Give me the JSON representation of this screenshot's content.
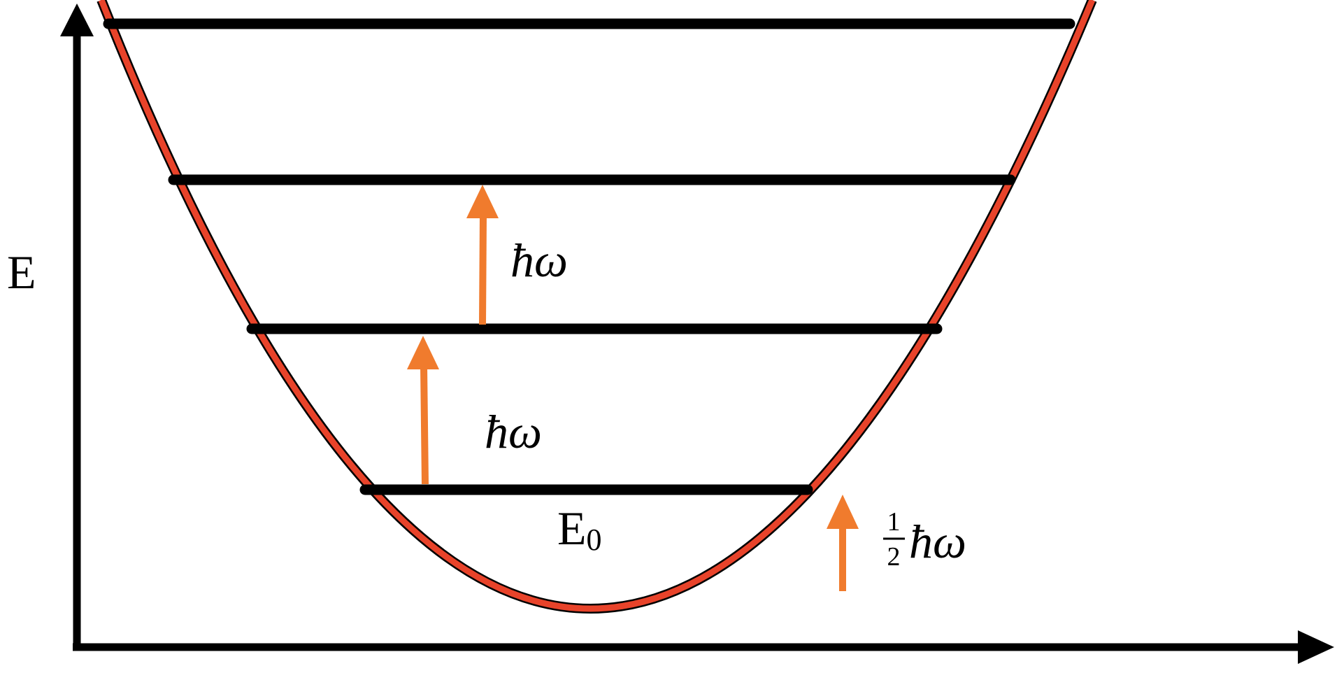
{
  "axes": {
    "y_label": "E"
  },
  "colors": {
    "axis": "#000000",
    "level": "#000000",
    "potential": "#e8432a",
    "arrow": "#f07b2d"
  },
  "labels": {
    "ground_state": "E",
    "ground_state_subscript": "0",
    "quantum_upper": "ħω",
    "quantum_lower": "ħω",
    "zero_point_numerator": "1",
    "zero_point_denominator": "2",
    "zero_point_symbol": "ħω"
  },
  "energy_levels": [
    {
      "n": 0
    },
    {
      "n": 1
    },
    {
      "n": 2
    },
    {
      "n": 3
    }
  ],
  "potential": {
    "shape": "parabola"
  },
  "arrows": [
    {
      "meaning": "zero-point energy"
    },
    {
      "meaning": "quantum step"
    },
    {
      "meaning": "quantum step"
    }
  ]
}
